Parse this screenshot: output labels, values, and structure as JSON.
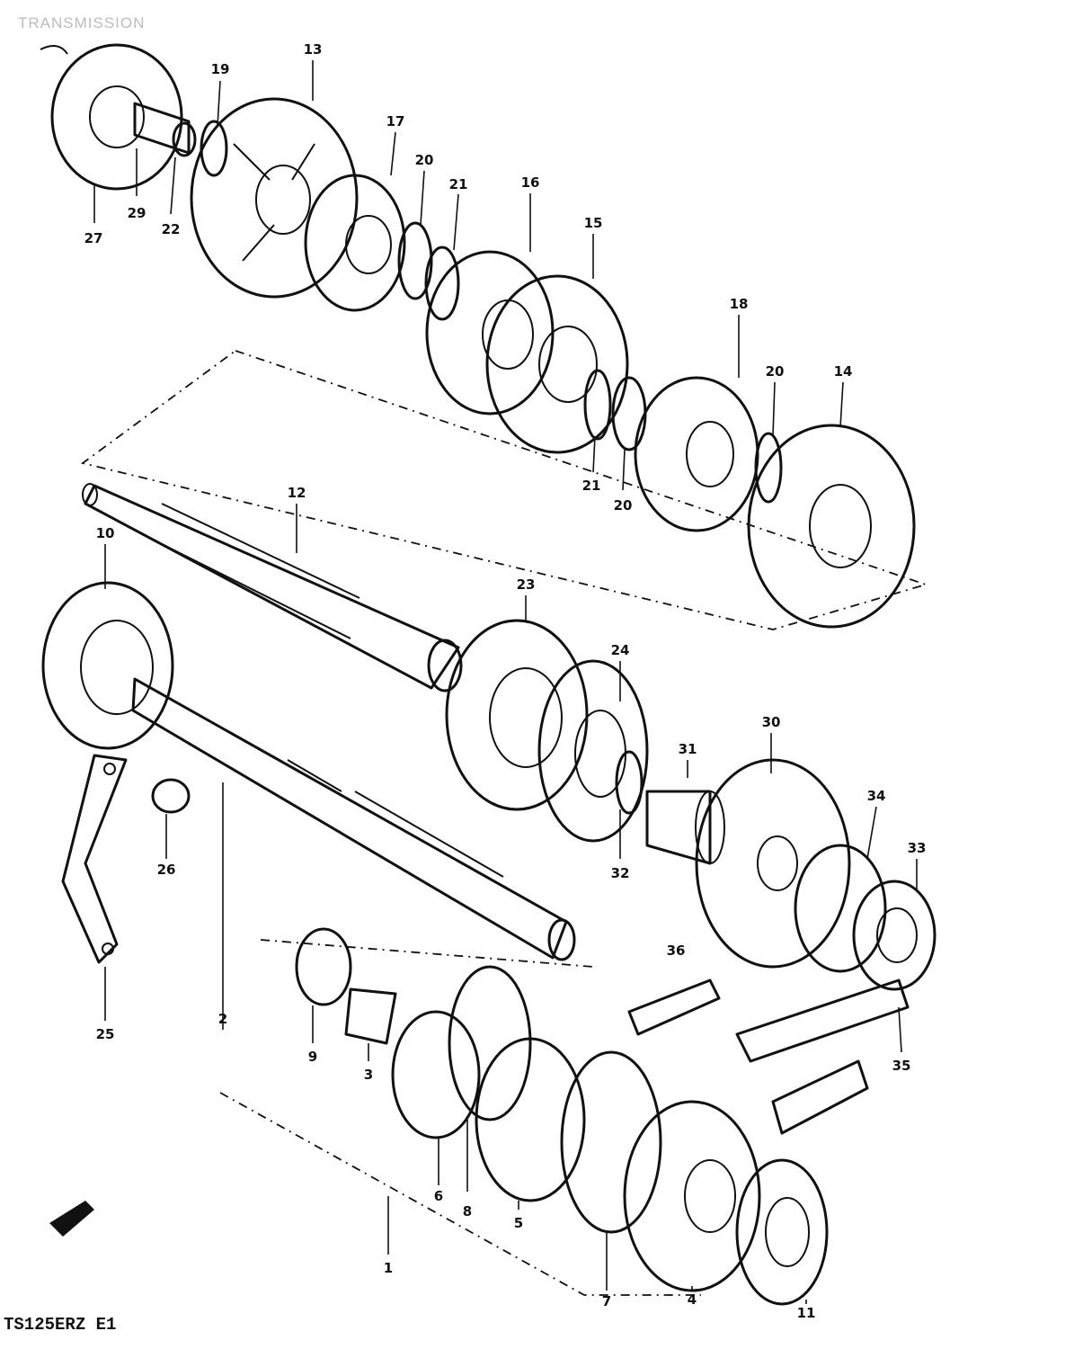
{
  "header": {
    "title": "TRANSMISSION"
  },
  "footer": {
    "model_code": "TS125ERZ E1"
  },
  "labels": {
    "p1": "1",
    "p2": "2",
    "p3": "3",
    "p4": "4",
    "p5": "5",
    "p6": "6",
    "p7": "7",
    "p8": "8",
    "p9": "9",
    "p10": "10",
    "p11": "11",
    "p12": "12",
    "p13": "13",
    "p14": "14",
    "p15": "15",
    "p16": "16",
    "p17": "17",
    "p18": "18",
    "p19": "19",
    "p20a": "20",
    "p20b": "20",
    "p20c": "20",
    "p21a": "21",
    "p21b": "21",
    "p22": "22",
    "p23": "23",
    "p24": "24",
    "p25": "25",
    "p26": "26",
    "p27": "27",
    "p29": "29",
    "p30": "30",
    "p31": "31",
    "p32": "32",
    "p33": "33",
    "p34": "34",
    "p35": "35",
    "p36": "36"
  },
  "icons": {
    "front_arrow": "front-arrow-icon"
  }
}
